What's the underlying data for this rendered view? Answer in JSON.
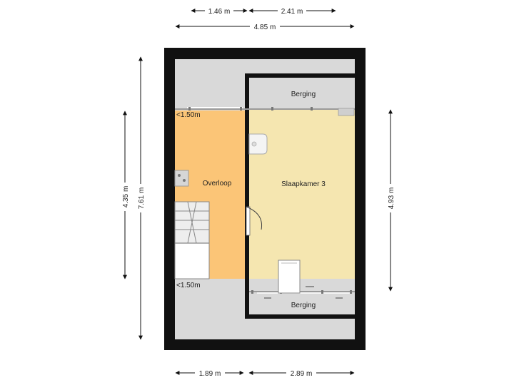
{
  "colors": {
    "wall": "#111111",
    "unused_area": "#d9d9d9",
    "storage": "#d9d9d9",
    "landing": "#fbc577",
    "bedroom": "#f5e6b0",
    "stairs": "#eeeeee",
    "window": "#ffffff"
  },
  "dimensions": {
    "top_a": "1.46 m",
    "top_b": "2.41 m",
    "top_total": "4.85 m",
    "bottom_a": "1.89 m",
    "bottom_b": "2.89 m",
    "left_outer": "7.61 m",
    "left_inner": "4.35 m",
    "right": "4.93 m"
  },
  "rooms": {
    "storage_top": "Berging",
    "storage_bottom": "Berging",
    "landing": "Overloop",
    "bedroom": "Slaapkamer 3"
  },
  "height_notes": {
    "upper": "<1.50m",
    "lower": "<1.50m"
  }
}
